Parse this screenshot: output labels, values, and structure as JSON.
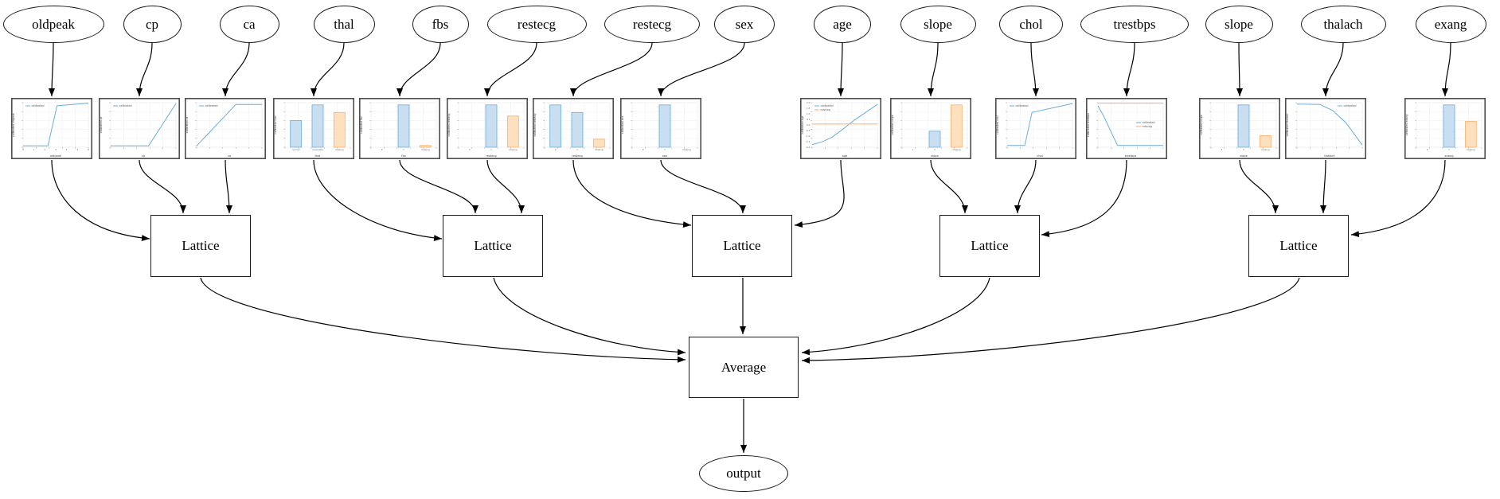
{
  "diagram": {
    "node_labels": {
      "lattice": "Lattice",
      "average": "Average",
      "output": "output"
    },
    "features": [
      "oldpeak",
      "cp",
      "ca",
      "thal",
      "fbs",
      "restecg",
      "restecg",
      "sex",
      "age",
      "slope",
      "chol",
      "trestbps",
      "slope",
      "thalach",
      "exang"
    ],
    "groups": [
      [
        0,
        1,
        2
      ],
      [
        3,
        4,
        5
      ],
      [
        6,
        7,
        8
      ],
      [
        9,
        10,
        11
      ],
      [
        12,
        13,
        14
      ]
    ]
  },
  "colors": {
    "calibrated_line": "#6baed6",
    "missing_line": "#fdae6b",
    "bar_blue_fill": "#c9def0",
    "bar_blue_edge": "#6baed6",
    "bar_orange_fill": "#fde0bd",
    "bar_orange_edge": "#fdae6b",
    "edge_stroke": "#000000",
    "chart_border": "#4d4d4d",
    "grid": "#ececec",
    "tick_text": "#666666"
  },
  "chart_data": [
    {
      "feature": "oldpeak",
      "type": "line",
      "xlabel": "oldpeak",
      "ylabel": "calibrated oldpeak",
      "legend": [
        {
          "label": "calibrated",
          "color": "blue"
        }
      ],
      "legend_pos": "top-left",
      "xticks": [
        "0",
        "1",
        "2",
        "3",
        "4",
        "5",
        "6"
      ],
      "series": [
        {
          "name": "calibrated",
          "color": "blue",
          "points_norm": [
            [
              0,
              0.03
            ],
            [
              0.38,
              0.03
            ],
            [
              0.52,
              0.93
            ],
            [
              1,
              0.99
            ]
          ]
        }
      ]
    },
    {
      "feature": "cp",
      "type": "line",
      "xlabel": "cp",
      "ylabel": "calibrated cp",
      "legend": [
        {
          "label": "calibrated",
          "color": "blue"
        }
      ],
      "legend_pos": "top-left",
      "series": [
        {
          "name": "calibrated",
          "color": "blue",
          "points_norm": [
            [
              0,
              0.03
            ],
            [
              0.58,
              0.03
            ],
            [
              1,
              0.98
            ]
          ]
        }
      ]
    },
    {
      "feature": "ca",
      "type": "line",
      "xlabel": "ca",
      "ylabel": "calibrated ca",
      "legend": [
        {
          "label": "calibrated",
          "color": "blue"
        }
      ],
      "legend_pos": "top-left",
      "series": [
        {
          "name": "calibrated",
          "color": "blue",
          "points_norm": [
            [
              0,
              0.03
            ],
            [
              0.6,
              0.96
            ],
            [
              1,
              0.96
            ]
          ]
        }
      ]
    },
    {
      "feature": "thal",
      "type": "bar",
      "xlabel": "thal",
      "ylabel": "calibrated thal",
      "categories": [
        "normal",
        "reversible",
        "missing"
      ],
      "values_norm": [
        0.6,
        0.95,
        0.78
      ],
      "bar_colors": [
        "blue",
        "blue",
        "orange"
      ]
    },
    {
      "feature": "fbs",
      "type": "bar",
      "xlabel": "fbs",
      "ylabel": "calibrated fbs",
      "categories": [
        "0",
        "1",
        "missing"
      ],
      "values_norm": [
        0,
        0.95,
        0.04
      ],
      "bar_colors": [
        "blue",
        "blue",
        "orange"
      ]
    },
    {
      "feature": "restecg",
      "type": "bar",
      "xlabel": "restecg",
      "ylabel": "calibrated restecg",
      "categories": [
        "0",
        "1",
        "missing"
      ],
      "values_norm": [
        0,
        0.95,
        0.7
      ],
      "bar_colors": [
        "blue",
        "blue",
        "orange"
      ]
    },
    {
      "feature": "restecg",
      "type": "bar",
      "xlabel": "restecg",
      "ylabel": "calibrated restecg",
      "categories": [
        "0",
        "1",
        "missing"
      ],
      "values_norm": [
        0.95,
        0.78,
        0.18
      ],
      "bar_colors": [
        "blue",
        "blue",
        "orange"
      ]
    },
    {
      "feature": "sex",
      "type": "bar",
      "xlabel": "sex",
      "ylabel": "calibrated sex",
      "categories": [
        "0",
        "1",
        "missing"
      ],
      "values_norm": [
        0,
        0.95,
        0
      ],
      "bar_colors": [
        "blue",
        "blue",
        "orange"
      ]
    },
    {
      "feature": "age",
      "type": "line",
      "xlabel": "age",
      "ylabel": "calibrated age",
      "legend": [
        {
          "label": "calibrated",
          "color": "blue"
        },
        {
          "label": "missing",
          "color": "orange"
        }
      ],
      "legend_pos": "top-left",
      "yticks": [
        "2.0",
        "1.5",
        "1.0",
        "0.5",
        "0.0",
        "-0.5",
        "-1.0",
        "-1.5",
        "-2.0"
      ],
      "series": [
        {
          "name": "calibrated",
          "color": "blue",
          "points_norm": [
            [
              0,
              0.06
            ],
            [
              0.15,
              0.12
            ],
            [
              0.3,
              0.22
            ],
            [
              0.45,
              0.38
            ],
            [
              0.57,
              0.52
            ],
            [
              0.65,
              0.61
            ],
            [
              1,
              0.96
            ]
          ]
        },
        {
          "name": "missing",
          "color": "orange",
          "points_norm": [
            [
              0,
              0.52
            ],
            [
              1,
              0.52
            ]
          ]
        }
      ]
    },
    {
      "feature": "slope",
      "type": "bar",
      "xlabel": "slope",
      "ylabel": "calibrated slope",
      "categories": [
        "1",
        "2",
        "missing"
      ],
      "values_norm": [
        0,
        0.36,
        0.95
      ],
      "bar_colors": [
        "blue",
        "blue",
        "orange"
      ]
    },
    {
      "feature": "chol",
      "type": "line",
      "xlabel": "chol",
      "ylabel": "calibrated chol",
      "legend": [
        {
          "label": "calibrated",
          "color": "blue"
        }
      ],
      "legend_pos": "top-left",
      "series": [
        {
          "name": "calibrated",
          "color": "blue",
          "points_norm": [
            [
              0,
              0.04
            ],
            [
              0.27,
              0.04
            ],
            [
              0.38,
              0.78
            ],
            [
              1,
              0.98
            ]
          ]
        }
      ]
    },
    {
      "feature": "trestbps",
      "type": "line",
      "xlabel": "trestbps",
      "ylabel": "calibrated trestbps",
      "legend": [
        {
          "label": "calibrated",
          "color": "blue"
        },
        {
          "label": "missing",
          "color": "orange"
        }
      ],
      "legend_pos": "mid-right",
      "series": [
        {
          "name": "calibrated",
          "color": "blue",
          "points_norm": [
            [
              0,
              0.93
            ],
            [
              0.08,
              0.72
            ],
            [
              0.3,
              0.04
            ],
            [
              1,
              0.04
            ]
          ]
        },
        {
          "name": "missing",
          "color": "orange",
          "points_norm": [
            [
              0,
              0.99
            ],
            [
              1,
              0.99
            ]
          ]
        }
      ]
    },
    {
      "feature": "slope",
      "type": "bar",
      "xlabel": "slope",
      "ylabel": "calibrated slope",
      "categories": [
        "1",
        "2",
        "missing"
      ],
      "values_norm": [
        0,
        0.95,
        0.26
      ],
      "bar_colors": [
        "blue",
        "blue",
        "orange"
      ]
    },
    {
      "feature": "thalach",
      "type": "line",
      "xlabel": "thalach",
      "ylabel": "calibrated thalach",
      "legend": [
        {
          "label": "calibrated",
          "color": "blue"
        }
      ],
      "legend_pos": "top-right",
      "series": [
        {
          "name": "calibrated",
          "color": "blue",
          "points_norm": [
            [
              0,
              0.97
            ],
            [
              0.35,
              0.96
            ],
            [
              0.55,
              0.82
            ],
            [
              0.75,
              0.55
            ],
            [
              1,
              0.05
            ]
          ]
        }
      ]
    },
    {
      "feature": "exang",
      "type": "bar",
      "xlabel": "exang",
      "ylabel": "calibrated exang",
      "categories": [
        "0",
        "1",
        "missing"
      ],
      "values_norm": [
        0,
        0.95,
        0.58
      ],
      "bar_colors": [
        "blue",
        "blue",
        "orange"
      ]
    }
  ]
}
